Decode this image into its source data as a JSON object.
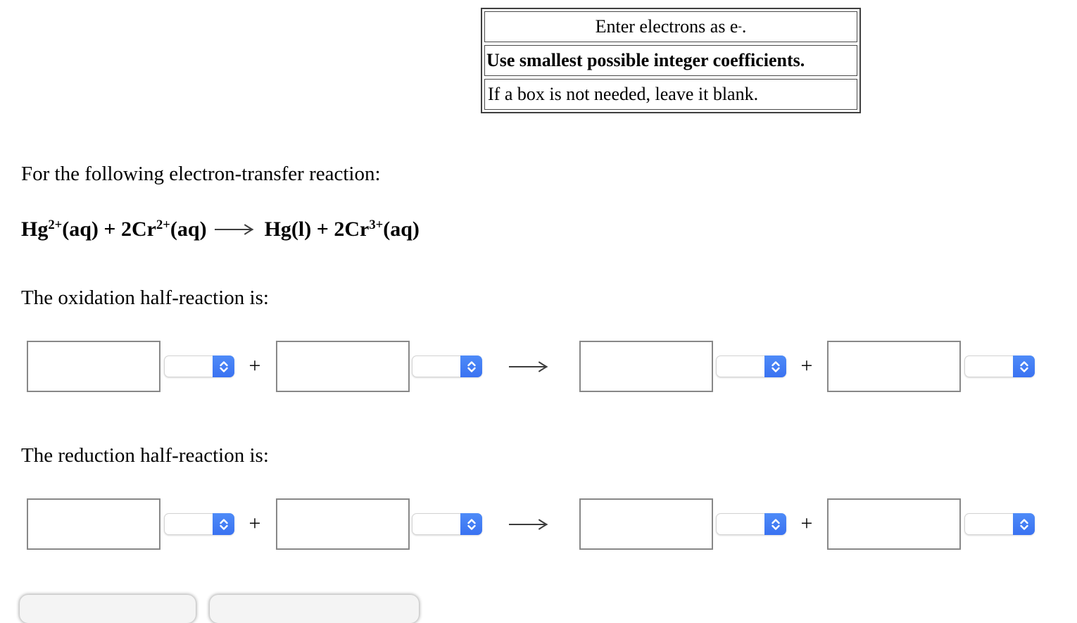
{
  "instructions": {
    "line1": [
      {
        "t": "Enter electrons as e"
      },
      {
        "t": "-",
        "sup": true
      },
      {
        "t": "."
      }
    ],
    "line2": "Use smallest possible integer coefficients.",
    "line3": "If a box is not needed, leave it blank."
  },
  "intro": "For the following electron-transfer reaction:",
  "equation": {
    "left": [
      {
        "t": "Hg"
      },
      {
        "t": "2+",
        "sup": true
      },
      {
        "t": "(aq) + 2Cr"
      },
      {
        "t": "2+",
        "sup": true
      },
      {
        "t": "(aq)"
      }
    ],
    "right": [
      {
        "t": "Hg(l) + 2Cr"
      },
      {
        "t": "3+",
        "sup": true
      },
      {
        "t": "(aq)"
      }
    ]
  },
  "oxidation": {
    "label": "The oxidation half-reaction is:"
  },
  "reduction": {
    "label": "The reduction half-reaction is:"
  },
  "operators": {
    "plus": "+"
  },
  "fields": {
    "value": "",
    "placeholder": "",
    "select_value": ""
  },
  "colors": {
    "select_blue_top": "#4e8bf8",
    "select_blue_bottom": "#3a72f1",
    "box_border": "#888888",
    "panel_border": "#3f3f3f",
    "arrow": "#3d3d3d"
  }
}
